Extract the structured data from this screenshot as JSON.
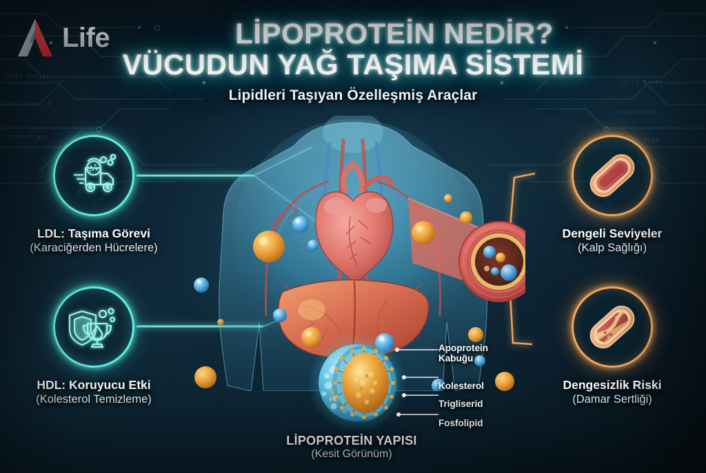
{
  "brand": {
    "logo_icon": "a-life-logo-mark",
    "word": "Life"
  },
  "header": {
    "title_line1": "LİPOPROTEİN NEDİR?",
    "title_line2": "VÜCUDUN YAĞ TAŞIMA SİSTEMİ",
    "subtitle": "Lipidleri Taşıyan Özelleşmiş Araçlar"
  },
  "colors": {
    "cyan_accent": "#5df2e4",
    "amber_accent": "#f6a95c",
    "background_deep": "#0b1c28",
    "text_primary": "#ffffff"
  },
  "nodes": [
    {
      "id": "ldl",
      "icon": "delivery-truck-icon",
      "accent": "#5df2e4",
      "label": "LDL: Taşıma Görevi",
      "sublabel": "(Karaciğerden Hücrelere)"
    },
    {
      "id": "hdl",
      "icon": "shield-trophy-icon",
      "accent": "#5df2e4",
      "label": "HDL: Koruyucu Etki",
      "sublabel": "(Kolesterol Temizleme)"
    },
    {
      "id": "balanced",
      "icon": "healthy-vessel-icon",
      "accent": "#f6a95c",
      "label": "Dengeli Seviyeler",
      "sublabel": "(Kalp Sağlığı)"
    },
    {
      "id": "imbalanced",
      "icon": "blocked-vessel-icon",
      "accent": "#f6a95c",
      "label": "Dengesizlik Riski",
      "sublabel": "(Damar Sertliği)"
    }
  ],
  "structure": {
    "caption_main": "LİPOPROTEİN YAPISI",
    "caption_sub": "(Kesit Görünüm)",
    "callouts": [
      {
        "text_line1": "Apoprotein",
        "text_line2": "Kabuğu"
      },
      {
        "text_line1": "Kolesterol",
        "text_line2": ""
      },
      {
        "text_line1": "Trigliserid",
        "text_line2": ""
      },
      {
        "text_line1": "Fosfolipid",
        "text_line2": ""
      }
    ]
  },
  "anatomy": {
    "alt": "human-torso-with-heart-liver-and-artery-cross-section"
  }
}
